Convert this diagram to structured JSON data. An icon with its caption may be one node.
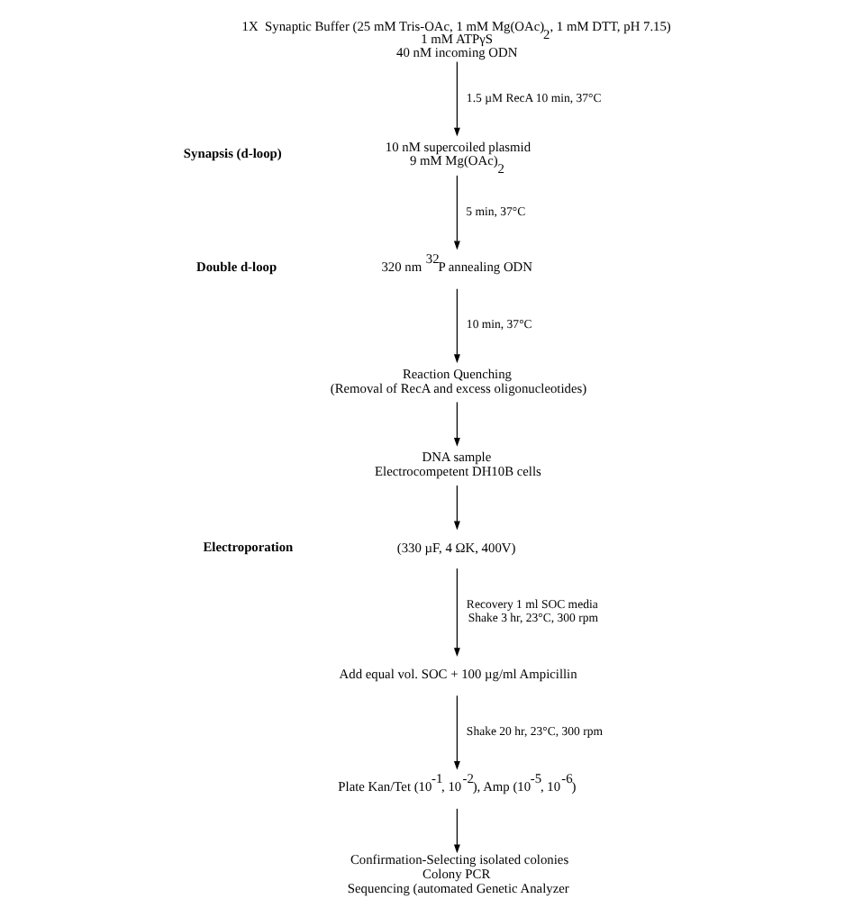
{
  "diagram": {
    "nodes": [
      {
        "text": [
          "1X  Synaptic Buffer (25 mM Tris-OAc, 1 mM Mg(OAc)$_{2}$, 1 mM DTT, pH 7.15)",
          "1 mM ATPγS",
          "40 nM incoming ODN"
        ]
      },
      {
        "text": [
          "10 nM supercoiled plasmid",
          "9 mM Mg(OAc)$_{2}$"
        ]
      },
      {
        "text": [
          "320 nm $^{32}$P annealing ODN"
        ]
      },
      {
        "text": [
          "Reaction Quenching",
          "(Removal of RecA and excess oligonucleotides)"
        ]
      },
      {
        "text": [
          "DNA sample",
          "Electrocompetent DH10B cells"
        ]
      },
      {
        "text": [
          "(330 µF, 4 ΩK, 400V)"
        ]
      },
      {
        "text": [
          "Add equal vol. SOC + 100 µg/ml Ampicillin"
        ]
      },
      {
        "text": [
          "Plate Kan/Tet (10$^{-1}$, 10$^{-2}$), Amp (10$^{-5}$, 10$^{-6}$)"
        ]
      },
      {
        "text": [
          "Confirmation-Selecting isolated colonies",
          "Colony PCR",
          "Sequencing (automated Genetic Analyzer"
        ]
      }
    ],
    "edges": [
      {
        "from": 0,
        "to": 1,
        "arrow": "to",
        "label": "1.5 µM RecA 10 min, 37°C"
      },
      {
        "from": 1,
        "to": 2,
        "arrow": "to",
        "label": "5 min, 37°C"
      },
      {
        "from": 2,
        "to": 3,
        "arrow": "to",
        "label": "10 min, 37°C"
      },
      {
        "from": 3,
        "to": 4,
        "arrow": "to"
      },
      {
        "from": 4,
        "to": 5,
        "arrow": "to"
      },
      {
        "from": 5,
        "to": 6,
        "arrow": "to",
        "label": "Recovery 1 ml SOC media Shake 3 hr, 23°C, 300 rpm"
      },
      {
        "from": 6,
        "to": 7,
        "arrow": "to",
        "label": "Shake 20 hr, 23°C, 300 rpm"
      },
      {
        "from": 7,
        "to": 8,
        "arrow": "to"
      }
    ],
    "labels": [
      "Synapsis (d-loop)",
      "Double d-loop",
      "Electroporation"
    ]
  }
}
